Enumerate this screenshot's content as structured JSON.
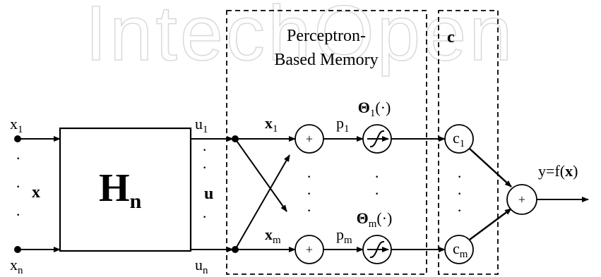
{
  "watermark": "IntechOpen",
  "labels": {
    "x1": "x",
    "x1_sub": "1",
    "xn": "x",
    "xn_sub": "n",
    "x_vec": "x",
    "H": "H",
    "H_sub": "n",
    "u1": "u",
    "u1_sub": "1",
    "un": "u",
    "un_sub": "n",
    "u_vec": "u",
    "xb1": "x",
    "xb1_sub": "1",
    "xbm": "x",
    "xbm_sub": "m",
    "p1": "p",
    "p1_sub": "1",
    "pm": "p",
    "pm_sub": "m",
    "theta1_pre": "Θ",
    "theta1_sub": "1",
    "theta1_post": "(·)",
    "thetam_pre": "Θ",
    "thetam_sub": "m",
    "thetam_post": "(·)",
    "perceptron_line1": "Perceptron-",
    "perceptron_line2": "Based Memory",
    "c_box": "c",
    "c1": "c",
    "c1_sub": "1",
    "cm": "c",
    "cm_sub": "m",
    "output_pre": "y=f(",
    "output_x": "x",
    "output_post": ")",
    "plus": "+",
    "dot": "·"
  },
  "colors": {
    "ink": "#000000",
    "watermark": "#d9d9d9"
  }
}
